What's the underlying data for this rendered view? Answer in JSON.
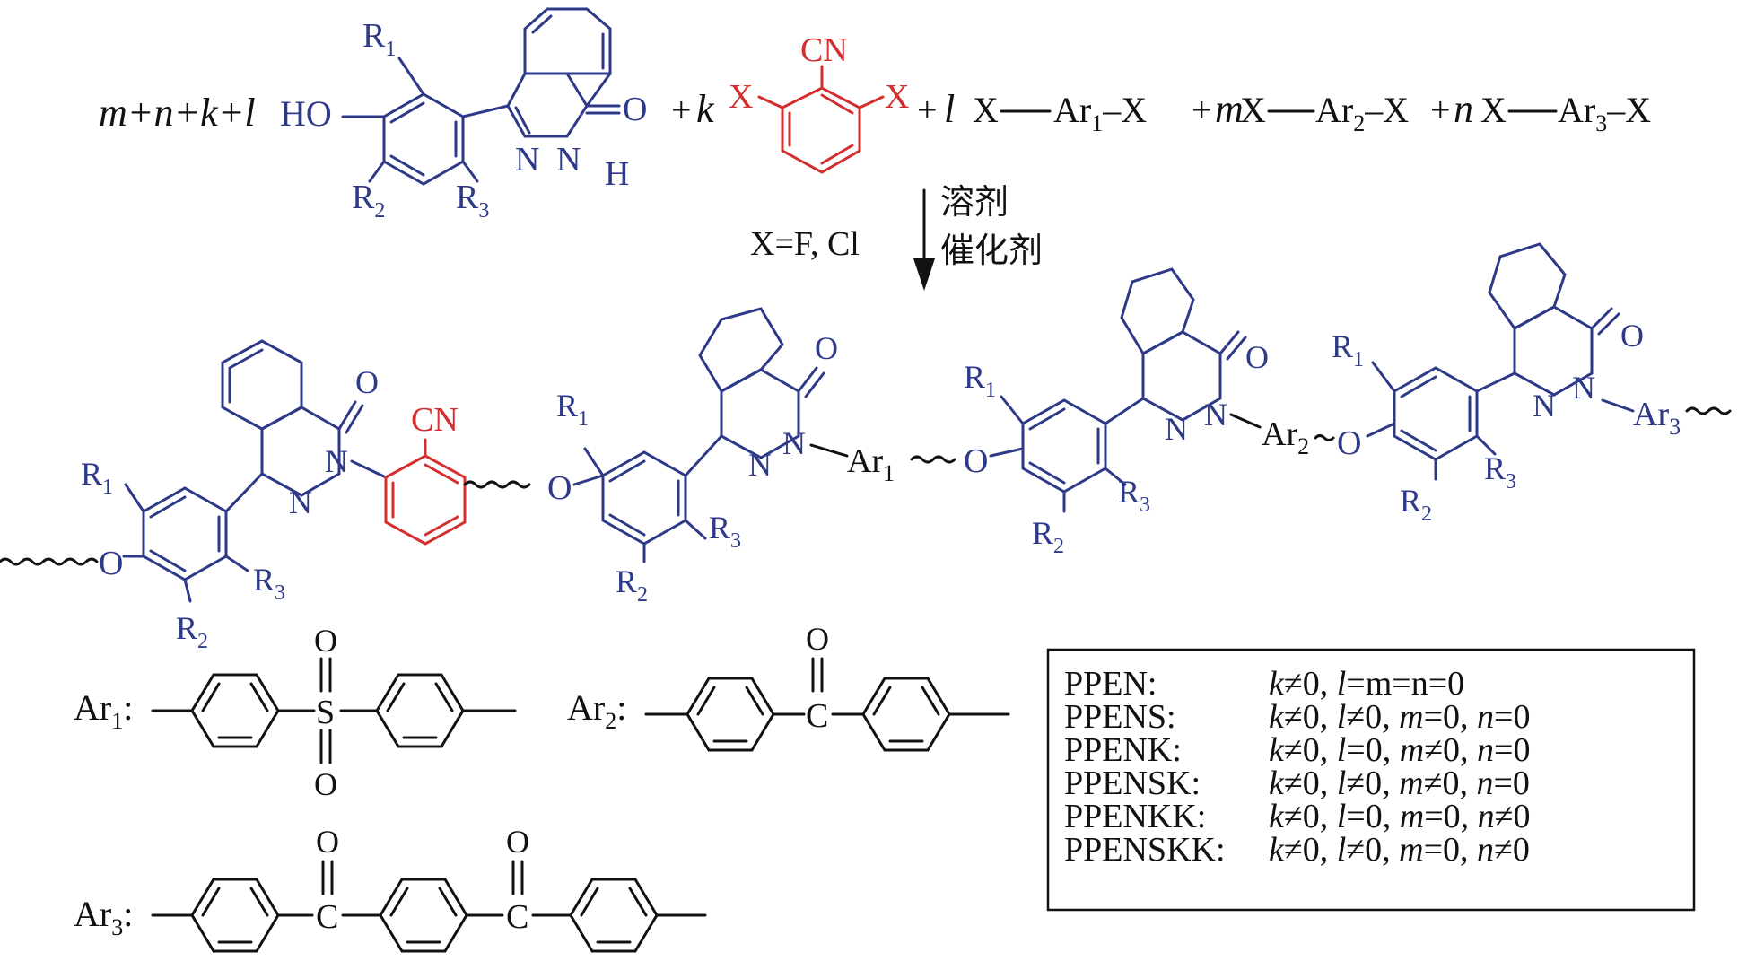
{
  "colors": {
    "monomer": "#2e3a87",
    "nitrile": "#d42f2f",
    "text": "#111111"
  },
  "reaction": {
    "coef_main": "m+n+k+l",
    "ho": "HO",
    "r1": "R",
    "r1_sub": "1",
    "r2": "R",
    "r2_sub": "2",
    "r3": "R",
    "r3_sub": "3",
    "o": "O",
    "n": "N",
    "h": "H",
    "plus": "+",
    "k": "k",
    "l": "l",
    "m": "m",
    "n_coef": "n",
    "x": "X",
    "cn": "CN",
    "ar": "Ar",
    "ar1_sub": "1",
    "ar2_sub": "2",
    "ar3_sub": "3",
    "bond_dash": "–",
    "long_bond": "—"
  },
  "conditions": {
    "solvent": "溶剂",
    "catalyst": "催化剂",
    "halogen": "X=F, Cl"
  },
  "ar_groups": {
    "ar1_label": "Ar",
    "ar1_sub": "1",
    "ar2_label": "Ar",
    "ar2_sub": "2",
    "ar3_label": "Ar",
    "ar3_sub": "3",
    "colon": ":",
    "s": "S",
    "o": "O",
    "c": "C"
  },
  "legend": [
    {
      "name": "PPEN:",
      "k": "k",
      "cond": "≠0, ",
      "rest": [
        [
          "l",
          "=m=n=0"
        ]
      ]
    },
    {
      "name": "PPENS:",
      "cond_html": [
        [
          "k",
          "≠0, "
        ],
        [
          "l",
          "≠0, "
        ],
        [
          "m",
          "=0, "
        ],
        [
          "n",
          "=0"
        ]
      ]
    },
    {
      "name": "PPENK:",
      "cond_html": [
        [
          "k",
          "≠0, "
        ],
        [
          "l",
          "=0, "
        ],
        [
          "m",
          "≠0, "
        ],
        [
          "n",
          "=0"
        ]
      ]
    },
    {
      "name": "PPENSK:",
      "cond_html": [
        [
          "k",
          "≠0, "
        ],
        [
          "l",
          "≠0, "
        ],
        [
          "m",
          "≠0, "
        ],
        [
          "n",
          "=0"
        ]
      ]
    },
    {
      "name": "PPENKK:",
      "cond_html": [
        [
          "k",
          "≠0, "
        ],
        [
          "l",
          "=0, "
        ],
        [
          "m",
          "=0, "
        ],
        [
          "n",
          "≠0"
        ]
      ]
    },
    {
      "name": "PPENSKK:",
      "cond_html": [
        [
          "k",
          "≠0, "
        ],
        [
          "l",
          "≠0, "
        ],
        [
          "m",
          "=0, "
        ],
        [
          "n",
          "≠0"
        ]
      ]
    }
  ]
}
